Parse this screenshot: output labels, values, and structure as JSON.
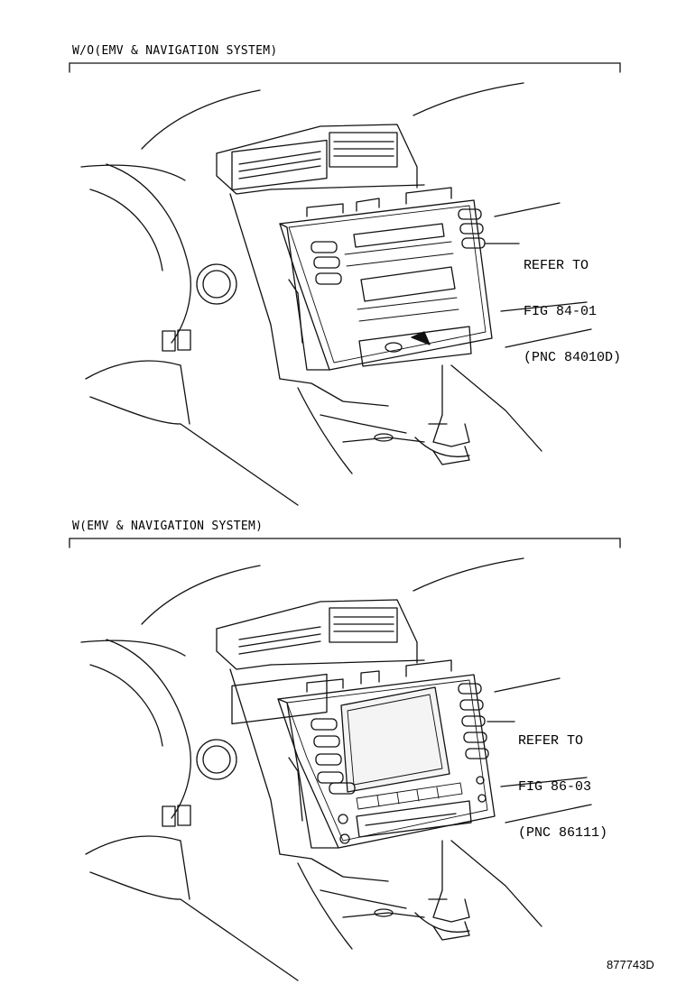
{
  "top_section": {
    "caption": "W/O(EMV & NAVIGATION SYSTEM)",
    "callout_line1": "REFER TO",
    "callout_line2": "FIG 84-01",
    "callout_line3": "(PNC 84010D)"
  },
  "bottom_section": {
    "caption": "W(EMV & NAVIGATION SYSTEM)",
    "callout_line1": "REFER TO",
    "callout_line2": "FIG 86-03",
    "callout_line3": "(PNC 86111)"
  },
  "figure_id": "877743D"
}
